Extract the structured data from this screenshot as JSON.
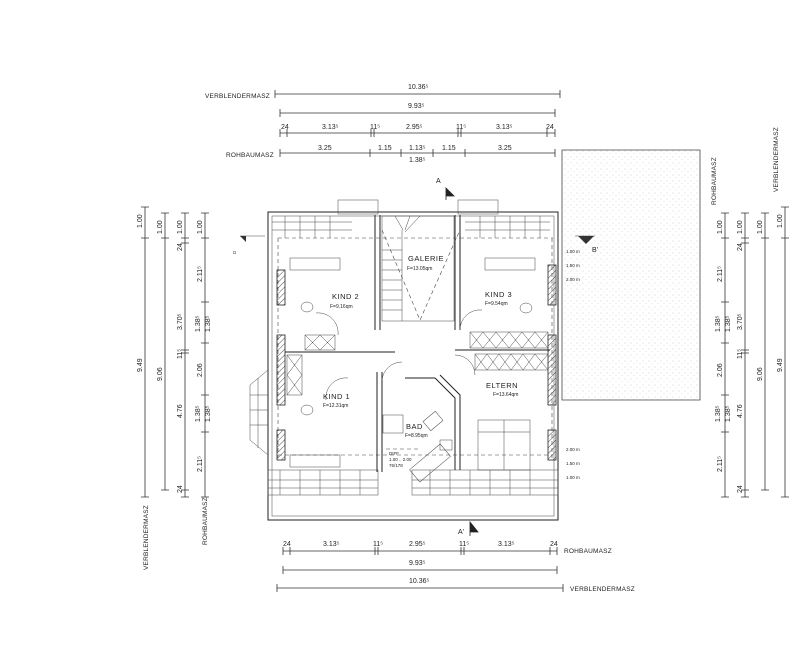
{
  "labels": {
    "verblender": "VERBLENDERMASZ",
    "rohbau": "ROHBAUMASZ"
  },
  "top": {
    "overall": "10.36⁵",
    "inner": "9.93⁵",
    "segments": [
      "24",
      "3.13⁵",
      "11⁵",
      "2.95⁵",
      "11⁵",
      "3.13⁵",
      "24"
    ],
    "rohbau": [
      "3.25",
      "1.15",
      "1.13⁵",
      "1.15",
      "3.25"
    ],
    "rohbau_sub": "1.38⁵"
  },
  "bottom": {
    "segments": [
      "24",
      "3.13⁵",
      "11⁵",
      "2.95⁵",
      "11⁵",
      "3.13⁵",
      "24"
    ],
    "inner": "9.93⁵",
    "overall": "10.36⁵"
  },
  "left": {
    "col1": [
      "1.00",
      "9.49"
    ],
    "col2": [
      "1.00",
      "9.06"
    ],
    "col3": [
      "1.00",
      "24",
      "3.70⁵",
      "11⁵",
      "4.76",
      "24"
    ],
    "col4": [
      "1.00",
      "2.11⁵",
      "1.38⁵",
      "1.38⁵",
      "2.06",
      "1.38⁵",
      "1.38⁵",
      "2.11⁵"
    ]
  },
  "right": {
    "col1": [
      "1.00",
      "2.11⁵",
      "1.38⁵",
      "1.38⁵",
      "2.06",
      "1.38⁵",
      "1.38⁵",
      "2.11⁵"
    ],
    "col2": [
      "1.00",
      "24",
      "3.70⁵",
      "11⁵",
      "4.76",
      "24"
    ],
    "col3": [
      "1.00",
      "9.06"
    ],
    "col4": [
      "1.00",
      "9.49"
    ]
  },
  "sections": {
    "a": "A",
    "a_prime": "A'",
    "b_prime": "B'",
    "d": "D"
  },
  "rooms": [
    {
      "name": "GALERIE",
      "area": "F=13.05qm"
    },
    {
      "name": "KIND 2",
      "area": "F=9.16qm"
    },
    {
      "name": "KIND 3",
      "area": "F=9.54qm"
    },
    {
      "name": "KIND 1",
      "area": "F=12.31qm"
    },
    {
      "name": "BAD",
      "area": "F=8.95qm"
    },
    {
      "name": "ELTERN",
      "area": "F=13.64qm"
    }
  ],
  "heights_top": [
    "1.00 m",
    "1.50 m",
    "2.00 m"
  ],
  "heights_bottom": [
    "2.00 m",
    "1.50 m",
    "1.00 m"
  ],
  "door_note": [
    "DIFF",
    "1.00 .. 2.00",
    "76/178"
  ]
}
